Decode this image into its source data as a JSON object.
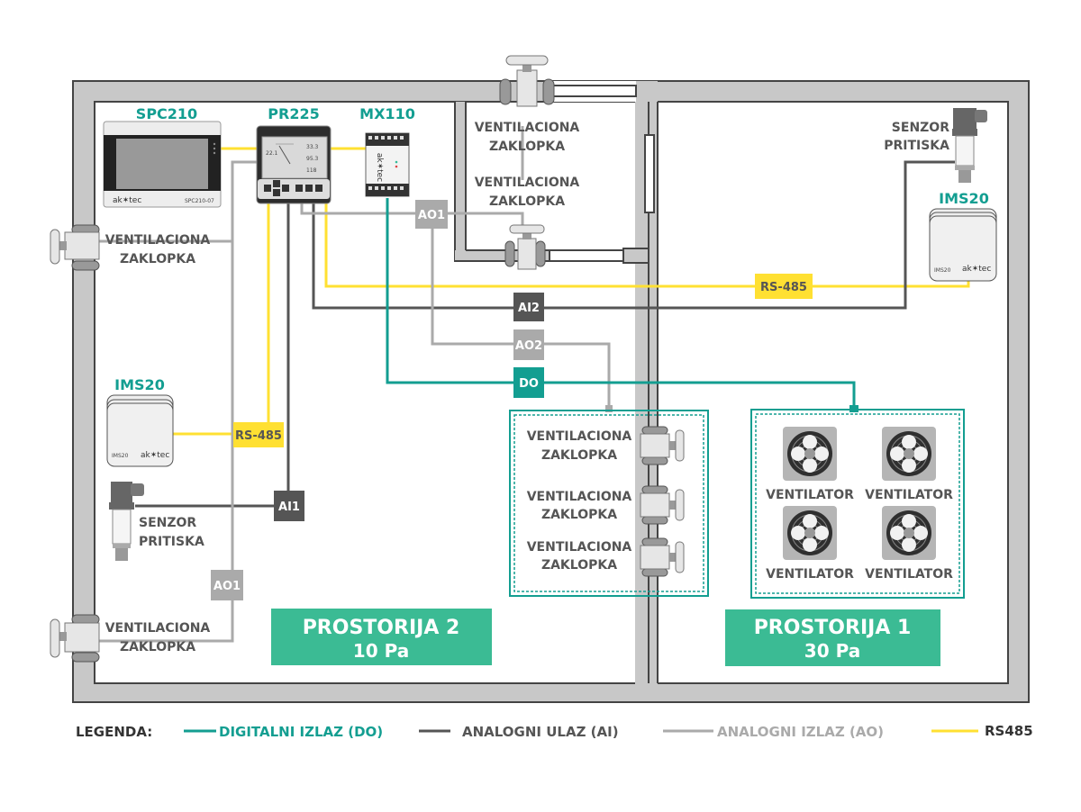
{
  "colors": {
    "do": "#139e91",
    "ai": "#555555",
    "ao": "#aaaaaa",
    "rs485": "#ffe032",
    "room_badge": "#3bbb94",
    "duct_fill": "#c8c8c8",
    "duct_stroke": "#444444"
  },
  "devices": {
    "spc210": {
      "title": "SPC210",
      "brand": "ak✶tec",
      "model": "SPC210-07"
    },
    "pr225": {
      "title": "PR225",
      "screen_val1": "22.1",
      "screen_val2": "33.3",
      "screen_val3": "95.3",
      "screen_val4": "118",
      "brand": "ak✶tec"
    },
    "mx110": {
      "title": "MX110",
      "brand": "ak✶tec"
    },
    "ims20_left": {
      "title": "IMS20",
      "model": "IMS20",
      "brand": "ak✶tec"
    },
    "ims20_right": {
      "title": "IMS20",
      "model": "IMS20",
      "brand": "ak✶tec"
    }
  },
  "labels": {
    "damper_line1": "VENTILACIONA",
    "damper_line2": "ZAKLOPKA",
    "sensor_line1": "SENZOR",
    "sensor_line2": "PRITISKA",
    "fan": "VENTILATOR"
  },
  "tags": {
    "rs485_left": "RS-485",
    "rs485_right": "RS-485",
    "ai1": "AI1",
    "ai2": "AI2",
    "ao1_top": "AO1",
    "ao1_left": "AO1",
    "ao2": "AO2",
    "do": "DO"
  },
  "rooms": [
    {
      "name": "PROSTORIJA 2",
      "pressure": "10 Pa"
    },
    {
      "name": "PROSTORIJA 1",
      "pressure": "30 Pa"
    }
  ],
  "legend": {
    "title": "LEGENDA:",
    "items": [
      {
        "label": "DIGITALNI IZLAZ (DO)",
        "key": "do"
      },
      {
        "label": "ANALOGNI ULAZ (AI)",
        "key": "ai"
      },
      {
        "label": "ANALOGNI IZLAZ (AO)",
        "key": "ao"
      },
      {
        "label": "RS485",
        "key": "rs485"
      }
    ]
  }
}
